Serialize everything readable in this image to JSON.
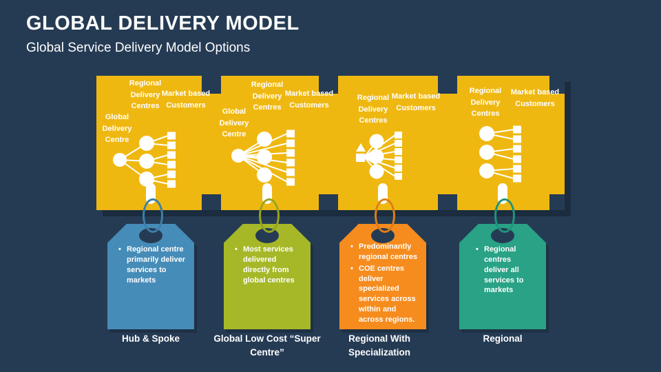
{
  "slide": {
    "title": "GLOBAL DELIVERY MODEL",
    "subtitle": "Global Service Delivery Model Options"
  },
  "colors": {
    "background": "#253B54",
    "puzzle_block": "#EFB811",
    "tag_blue": "#468CB8",
    "tag_green": "#A6B827",
    "tag_orange": "#F68C1E",
    "tag_teal": "#29A285",
    "nodes_and_text": "#FFFFFF"
  },
  "models": [
    {
      "name": "Hub & Spoke",
      "tag_color": "#468CB8",
      "bullets": [
        "Regional centre primarily deliver services to markets"
      ],
      "labels": {
        "global": "Global Delivery Centre",
        "regional": "Regional Delivery Centres",
        "market": "Market based Customers"
      },
      "diagram": {
        "global_delivery_centres": 1,
        "regional_delivery_centres": 3,
        "market_based_customers": 6,
        "flow": "global centre feeds regional centres; each regional centre serves its own customers"
      }
    },
    {
      "name": "Global Low Cost “Super Centre”",
      "tag_color": "#A6B827",
      "bullets": [
        "Most services delivered directly from global centres"
      ],
      "labels": {
        "global": "Global Delivery Centre",
        "regional": "Regional Delivery Centres",
        "market": "Market based Customers"
      },
      "diagram": {
        "global_delivery_centres": 1,
        "regional_delivery_centres": 3,
        "market_based_customers": 6,
        "flow": "global centre connects directly to regional centres and to all customers"
      }
    },
    {
      "name": "Regional With Specialization",
      "tag_color": "#F68C1E",
      "bullets": [
        "Predominantly regional centres",
        "COE centres deliver specialized services across within and across regions."
      ],
      "labels": {
        "regional": "Regional Delivery Centres",
        "market": "Market based Customers"
      },
      "diagram": {
        "coe_hub": 1,
        "regional_delivery_centres": 3,
        "market_based_customers": 6,
        "flow": "COE hub fans out to regional centres and all customers"
      }
    },
    {
      "name": "Regional",
      "tag_color": "#29A285",
      "bullets": [
        "Regional centres deliver all services to markets"
      ],
      "labels": {
        "regional": "Regional Delivery Centres",
        "market": "Market based Customers"
      },
      "diagram": {
        "regional_delivery_centres": 3,
        "market_based_customers": 6,
        "flow": "regional centres serve customers directly"
      }
    }
  ]
}
